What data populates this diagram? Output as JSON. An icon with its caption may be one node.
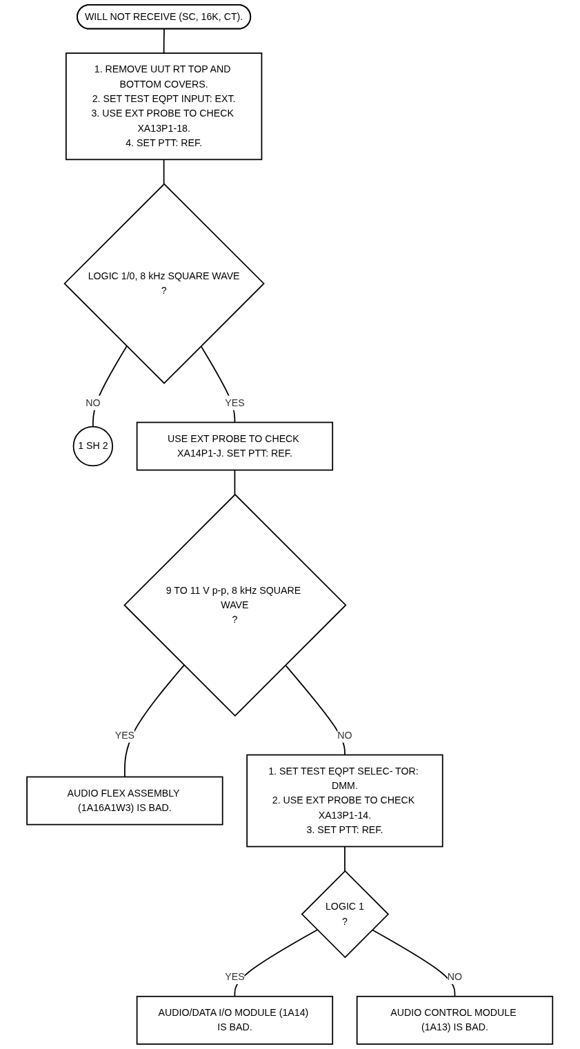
{
  "diagram": {
    "nodes": [
      {
        "text": [
          "WILL NOT RECEIVE (SC, 16K, CT)."
        ]
      },
      {
        "text": [
          "1. REMOVE UUT RT TOP AND BOTTOM COVERS.",
          "2. SET TEST EQPT INPUT: EXT.",
          "3. USE EXT PROBE TO CHECK XA13P1-18.",
          "4. SET PTT: REF."
        ]
      },
      {
        "text": [
          "LOGIC 1/0, 8 kHz SQUARE WAVE",
          "?"
        ]
      },
      {
        "text": [
          "1 SH 2"
        ]
      },
      {
        "text": [
          "USE EXT PROBE TO CHECK XA14P1-J. SET PTT: REF."
        ]
      },
      {
        "text": [
          "9 TO 11 V p-p, 8 kHz SQUARE WAVE",
          "?"
        ]
      },
      {
        "text": [
          "AUDIO FLEX ASSEMBLY (1A16A1W3) IS BAD."
        ]
      },
      {
        "text": [
          "1. SET TEST EQPT SELEC- TOR: DMM.",
          "2. USE EXT PROBE TO CHECK XA13P1-14.",
          "3. SET PTT: REF."
        ]
      },
      {
        "text": [
          "LOGIC 1",
          "?"
        ]
      },
      {
        "text": [
          "AUDIO/DATA I/O MODULE (1A14) IS BAD."
        ]
      },
      {
        "text": [
          "AUDIO CONTROL MODULE (1A13) IS BAD."
        ]
      }
    ],
    "edges": [
      {
        "from": 0,
        "to": 1,
        "arrow": "none"
      },
      {
        "from": 1,
        "to": 2,
        "arrow": "none"
      },
      {
        "from": 2,
        "to": 3,
        "label": "NO",
        "arrow": "none"
      },
      {
        "from": 2,
        "to": 4,
        "label": "YES",
        "arrow": "none"
      },
      {
        "from": 4,
        "to": 5,
        "arrow": "none"
      },
      {
        "from": 5,
        "to": 6,
        "label": "YES",
        "arrow": "none"
      },
      {
        "from": 5,
        "to": 7,
        "label": "NO",
        "arrow": "none"
      },
      {
        "from": 7,
        "to": 8,
        "arrow": "none"
      },
      {
        "from": 8,
        "to": 9,
        "label": "YES",
        "arrow": "none"
      },
      {
        "from": 8,
        "to": 10,
        "label": "NO",
        "arrow": "none"
      }
    ]
  }
}
